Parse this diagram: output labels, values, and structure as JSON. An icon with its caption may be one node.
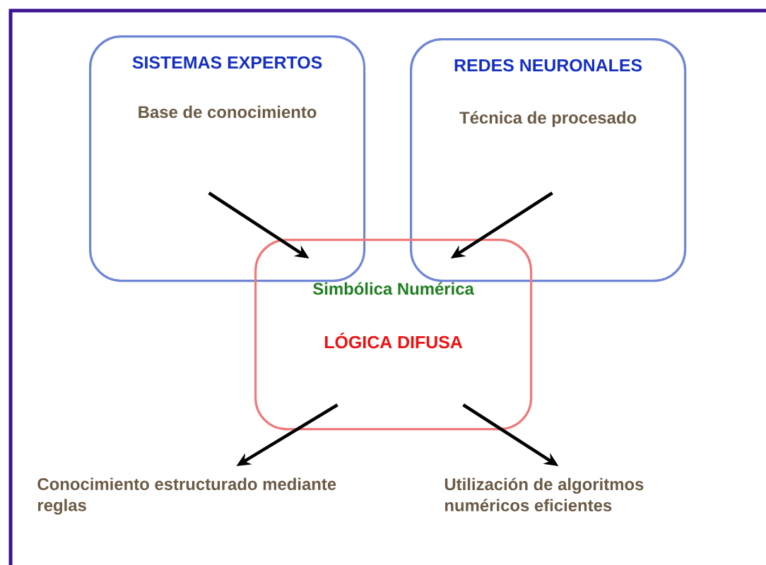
{
  "diagram": {
    "nodes": [
      {
        "text": [
          "SISTEMAS EXPERTOS",
          "Base de conocimiento"
        ]
      },
      {
        "text": [
          "REDES NEURONALES",
          "Técnica de procesado"
        ]
      },
      {
        "text": [
          "Simbólica Numérica",
          "LÓGICA DIFUSA"
        ]
      },
      {
        "text": [
          "Conocimiento estructurado mediante reglas"
        ]
      },
      {
        "text": [
          "Utilización de algoritmos numéricos eficientes"
        ]
      }
    ],
    "edges": [
      {
        "from": 0,
        "to": 2,
        "arrow": "to"
      },
      {
        "from": 1,
        "to": 2,
        "arrow": "to"
      },
      {
        "from": 2,
        "to": 3,
        "arrow": "to"
      },
      {
        "from": 2,
        "to": 4,
        "arrow": "to"
      }
    ]
  }
}
